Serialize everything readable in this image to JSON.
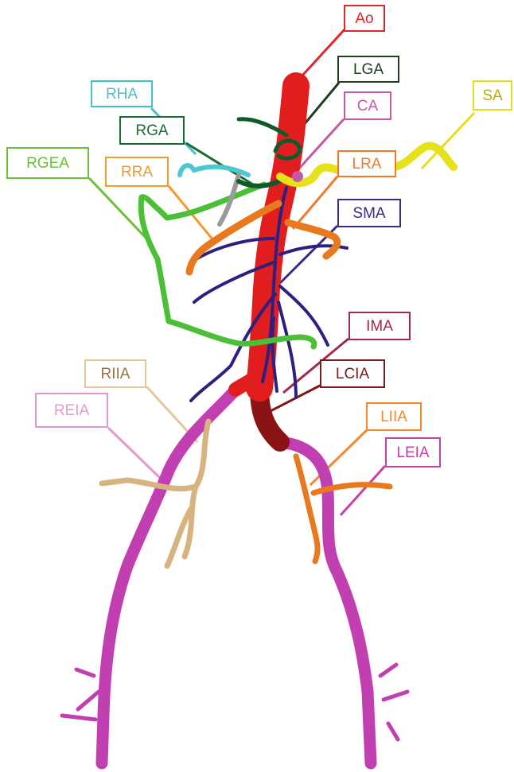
{
  "figure": {
    "labels": [
      {
        "key": "Ao",
        "text": "Ao",
        "color": "#e0262b"
      },
      {
        "key": "LGA",
        "text": "LGA",
        "color": "#1f3d1f"
      },
      {
        "key": "RHA",
        "text": "RHA",
        "color": "#45c1c8"
      },
      {
        "key": "CA",
        "text": "CA",
        "color": "#c25aa8"
      },
      {
        "key": "SA",
        "text": "SA",
        "color": "#e8dd1a"
      },
      {
        "key": "RGA",
        "text": "RGA",
        "color": "#1a6b35"
      },
      {
        "key": "RGEA",
        "text": "RGEA",
        "color": "#6abf3b"
      },
      {
        "key": "RRA",
        "text": "RRA",
        "color": "#f29a2e"
      },
      {
        "key": "LRA",
        "text": "LRA",
        "color": "#f07a2a"
      },
      {
        "key": "SMA",
        "text": "SMA",
        "color": "#3c2a86"
      },
      {
        "key": "IMA",
        "text": "IMA",
        "color": "#a3284a"
      },
      {
        "key": "RIIA",
        "text": "RIIA",
        "color": "#e6c79a"
      },
      {
        "key": "LCIA",
        "text": "LCIA",
        "color": "#7a1a1a"
      },
      {
        "key": "REIA",
        "text": "REIA",
        "color": "#e39ad0"
      },
      {
        "key": "LIIA",
        "text": "LIIA",
        "color": "#f08a2e"
      },
      {
        "key": "LEIA",
        "text": "LEIA",
        "color": "#c540a9"
      }
    ],
    "vessel_colors": {
      "aorta": "#e11d1d",
      "common_iliac": "#8a1414",
      "external_iliac": "#c13fb0",
      "superior_mesenteric": "#2c2080",
      "renal": "#e8791e",
      "splenic": "#e6e21a",
      "gastroepiploic": "#4bbf35",
      "hepatic": "#4cc9d0",
      "gastric": "#0f5a2a",
      "internal_iliac": "#d7b47f"
    }
  }
}
